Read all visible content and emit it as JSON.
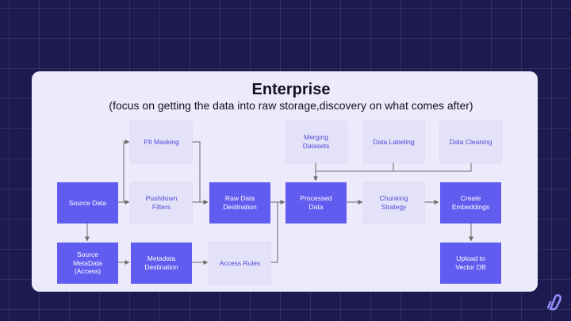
{
  "slide": {
    "title": "Enterprise",
    "subtitle": "(focus on getting the data into raw storage,discovery on what comes after)"
  },
  "nodes": {
    "source_data": "Source Data",
    "pii_masking": "PII Masking",
    "pushdown_filters": "Pushdown\nFilters",
    "raw_data_destination": "Raw Data\nDestination",
    "source_metadata": "Source\nMetaData\n(Access)",
    "metadata_destination": "Metadata\nDestination",
    "access_rules": "Access Rules",
    "merging_datasets": "Merging\nDatasets",
    "data_labeling": "Data Labeling",
    "data_cleaning": "Data Cleaning",
    "processed_data": "Processed\nData",
    "chunking_strategy": "Chunking\nStrategy",
    "create_embeddings": "Create\nEmbeddings",
    "upload_vector_db": "Upload to\nVector DB"
  },
  "colors": {
    "background": "#1d1a4f",
    "card": "#eceafb",
    "node_dark": "#615cf0",
    "node_light": "#e4e2f9",
    "node_light_text": "#4f49d8",
    "connector": "#6b6b6b"
  },
  "icons": {
    "logo": "airbyte-logo-icon"
  }
}
